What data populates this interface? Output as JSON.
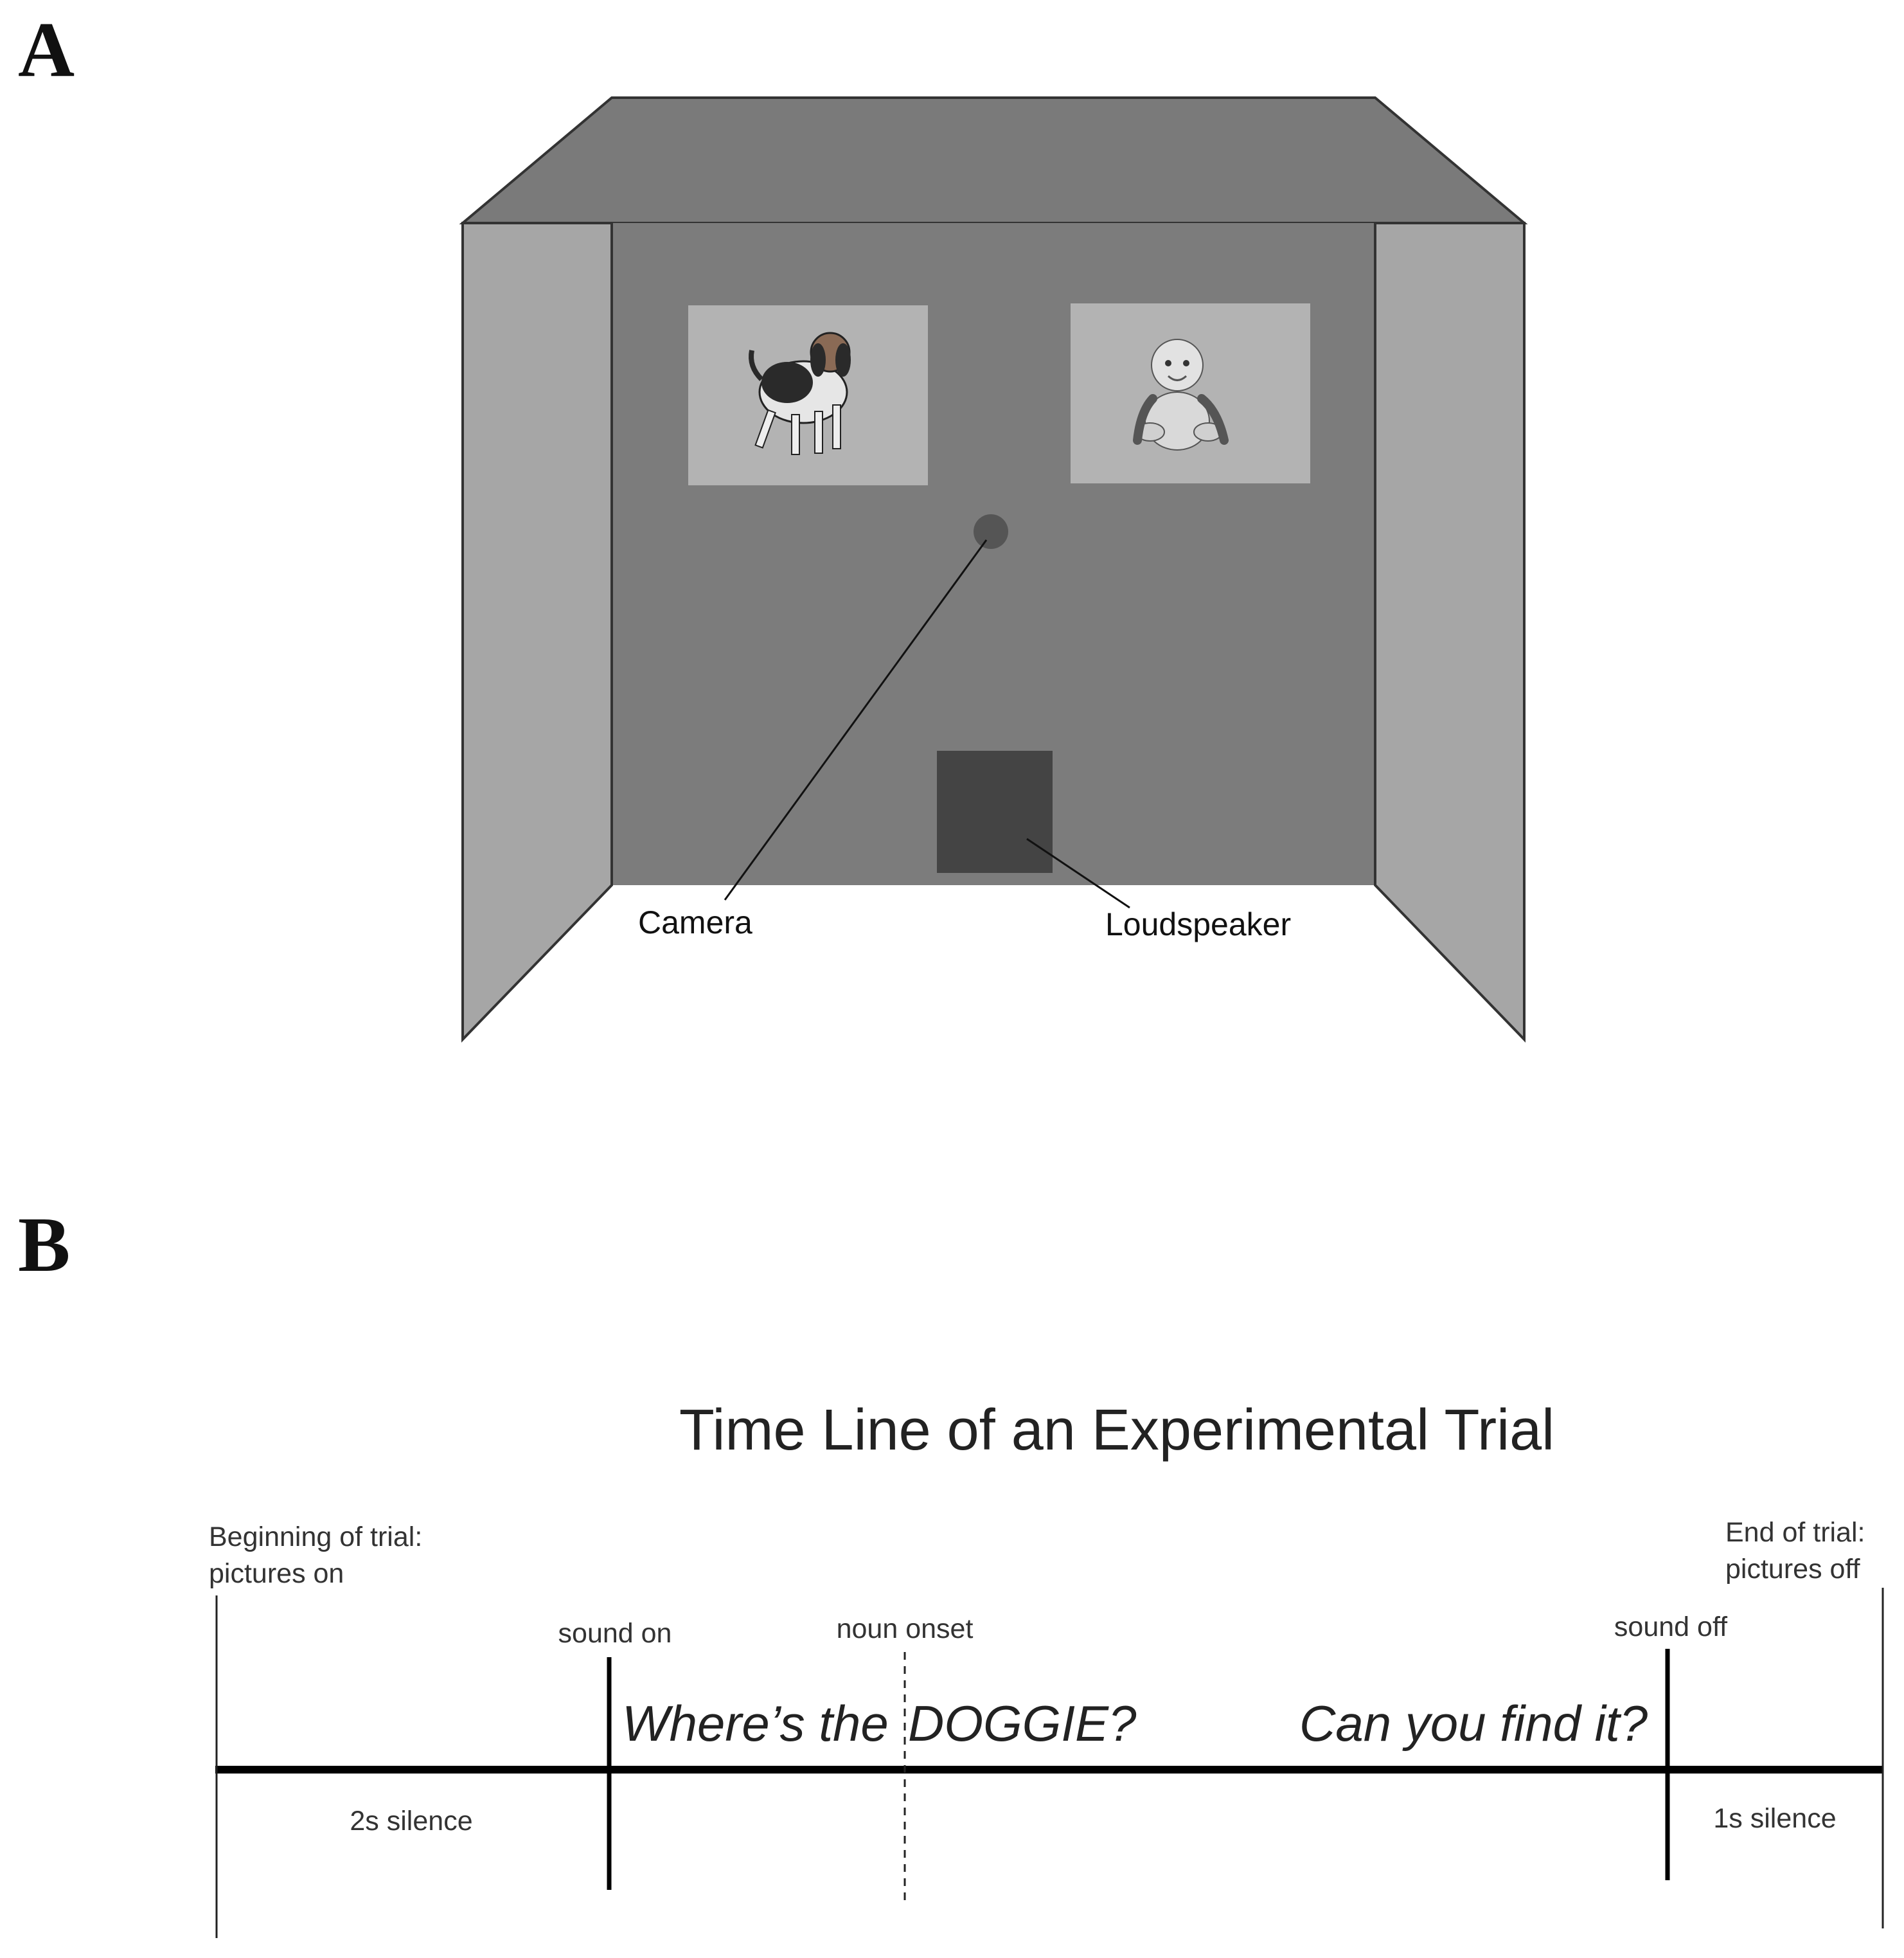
{
  "panel_a": {
    "label": "A",
    "camera_label": "Camera",
    "loudspeaker_label": "Loudspeaker",
    "left_picture": "dog",
    "right_picture": "baby"
  },
  "panel_b": {
    "label": "B",
    "title": "Time Line of an Experimental Trial",
    "beginning_line1": "Beginning of trial:",
    "beginning_line2": "pictures on",
    "end_line1": "End of trial:",
    "end_line2": "pictures off",
    "sound_on": "sound on",
    "noun_onset": "noun onset",
    "sound_off": "sound off",
    "phrase1_part1": "Where’s the",
    "phrase1_part2": "DOGGIE?",
    "phrase2": "Can you find it?",
    "silence_start": "2s silence",
    "silence_end": "1s silence"
  },
  "colors": {
    "roof": "#7a7a7a",
    "back_wall": "#7c7c7c",
    "side_panel": "#a6a6a6",
    "picture_bg": "#b3b3b3",
    "camera": "#555555",
    "loudspeaker": "#444444"
  }
}
